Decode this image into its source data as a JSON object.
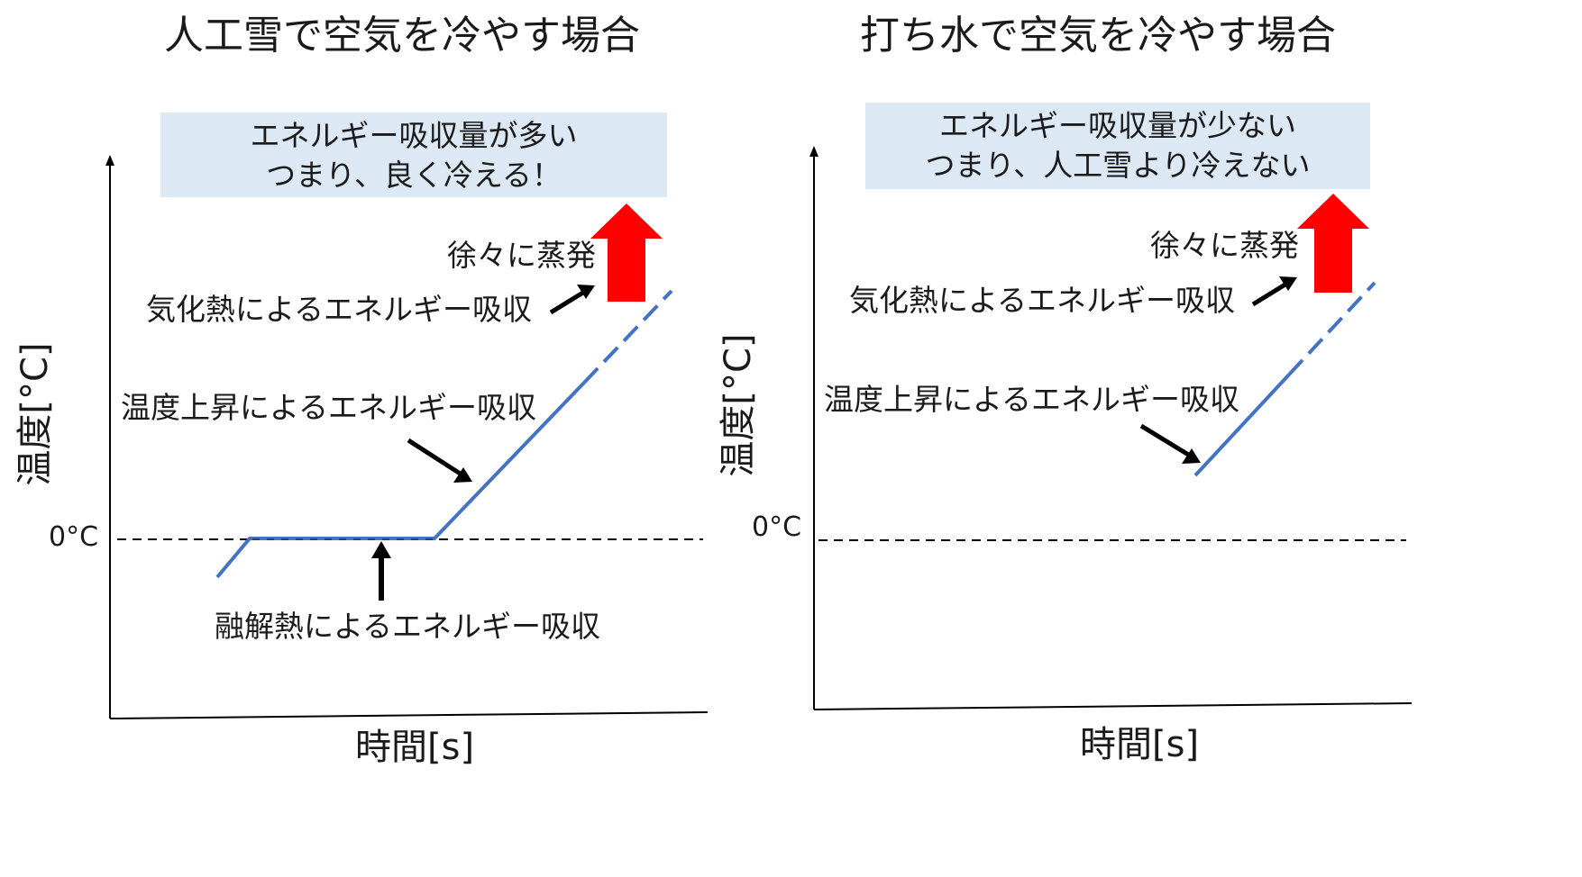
{
  "left_panel": {
    "title": "人工雪で空気を冷やす場合",
    "box_line1": "エネルギー吸収量が多い",
    "box_line2": "つまり、良く冷える！",
    "evaporation_label": "徐々に蒸発",
    "vaporization_label": "気化熱によるエネルギー吸収",
    "temp_rise_label": "温度上昇によるエネルギー吸収",
    "melting_label": "融解熱によるエネルギー吸収",
    "zero_label": "0°C",
    "y_axis_label": "温度[°C]",
    "x_axis_label": "時間[s]"
  },
  "right_panel": {
    "title": "打ち水で空気を冷やす場合",
    "box_line1": "エネルギー吸収量が少ない",
    "box_line2": "つまり、人工雪より冷えない",
    "evaporation_label": "徐々に蒸発",
    "vaporization_label": "気化熱によるエネルギー吸収",
    "temp_rise_label": "温度上昇によるエネルギー吸収",
    "zero_label": "0°C",
    "y_axis_label": "温度[°C]",
    "x_axis_label": "時間[s]"
  },
  "colors": {
    "curve": "#4472c4",
    "evaporation_arrow": "#ff0000",
    "box_fill": "#dce8f3",
    "annotation_arrow": "#000000"
  }
}
